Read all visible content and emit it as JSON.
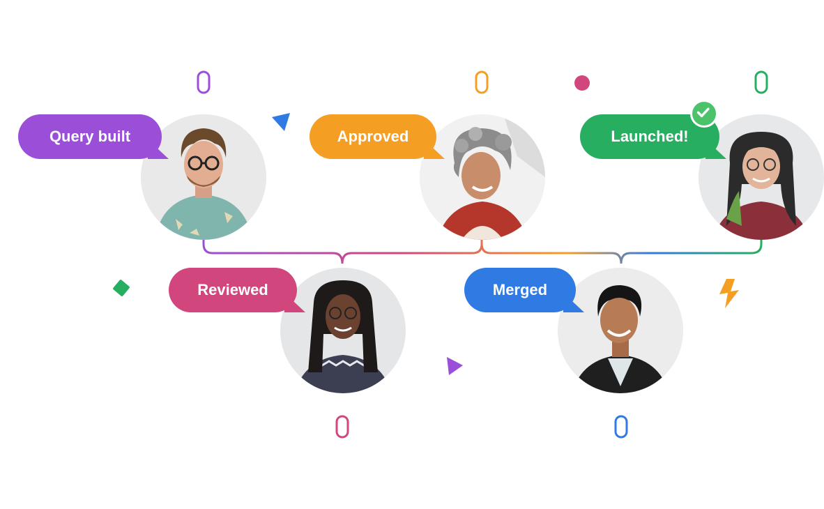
{
  "colors": {
    "purple": "#9b4fd8",
    "orange": "#f59e24",
    "green": "#27ae60",
    "pink": "#d2467e",
    "blue": "#2f7be3",
    "line_fade": "#ffffff"
  },
  "steps": [
    {
      "label": "Query built",
      "color": "#9b4fd8",
      "avatar": "person-1-avatar"
    },
    {
      "label": "Approved",
      "color": "#f59e24",
      "avatar": "person-2-avatar"
    },
    {
      "label": "Launched!",
      "color": "#27ae60",
      "avatar": "person-3-avatar",
      "icon": "checkmark-icon"
    },
    {
      "label": "Reviewed",
      "color": "#d2467e",
      "avatar": "person-4-avatar"
    },
    {
      "label": "Merged",
      "color": "#2f7be3",
      "avatar": "person-5-avatar"
    }
  ],
  "decorations": [
    "pink-dot-icon",
    "blue-triangle-icon",
    "green-diamond-icon",
    "purple-triangle-icon",
    "orange-lightning-icon"
  ]
}
